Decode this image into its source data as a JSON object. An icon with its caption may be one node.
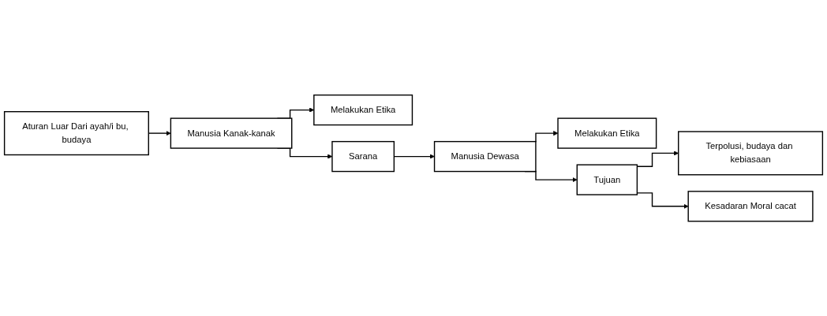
{
  "diagram": {
    "nodes": [
      {
        "text": [
          "Aturan Luar Dari ayah/i bu, budaya"
        ]
      },
      {
        "text": [
          "Manusia Kanak-kanak"
        ]
      },
      {
        "text": [
          "Melakukan Etika"
        ]
      },
      {
        "text": [
          "Sarana"
        ]
      },
      {
        "text": [
          "Manusia Dewasa"
        ]
      },
      {
        "text": [
          "Melakukan Etika"
        ]
      },
      {
        "text": [
          "Tujuan"
        ]
      },
      {
        "text": [
          "Terpolusi, budaya dan kebiasaan"
        ]
      },
      {
        "text": [
          "Kesadaran Moral cacat"
        ]
      }
    ],
    "edges": [
      {
        "from": 0,
        "to": 1,
        "arrow": "to"
      },
      {
        "from": 1,
        "to": 2,
        "arrow": "to"
      },
      {
        "from": 1,
        "to": 3,
        "arrow": "to"
      },
      {
        "from": 3,
        "to": 4,
        "arrow": "to"
      },
      {
        "from": 4,
        "to": 5,
        "arrow": "to"
      },
      {
        "from": 4,
        "to": 6,
        "arrow": "to"
      },
      {
        "from": 6,
        "to": 7,
        "arrow": "to"
      },
      {
        "from": 6,
        "to": 8,
        "arrow": "to"
      }
    ]
  }
}
